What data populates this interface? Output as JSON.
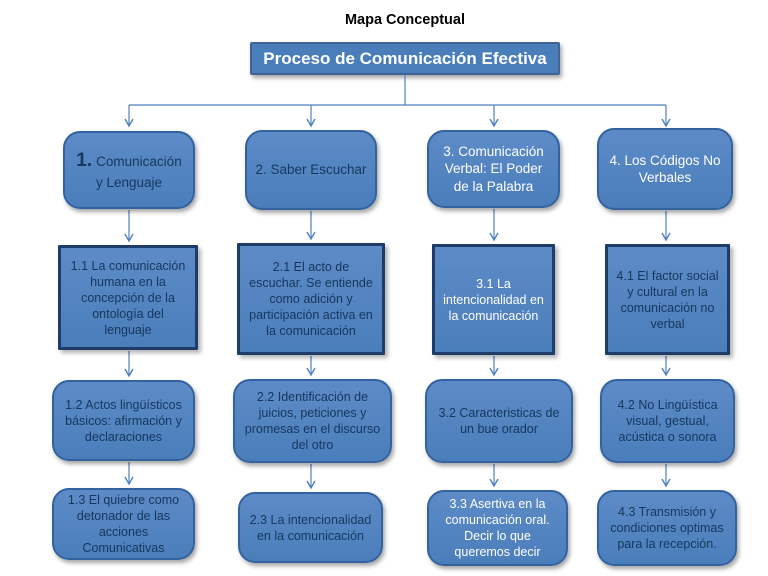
{
  "title": "Mapa Conceptual",
  "root": {
    "label": "Proceso de Comunicación Efectiva"
  },
  "colors": {
    "box_fill": "#4a7ebb",
    "box_fill_light": "#5d8bc7",
    "border_rounded": "#33639f",
    "border_rect": "#1f3c68",
    "border_main": "#3d6494",
    "text_dark": "#17375e",
    "text_light": "#ffffff",
    "connector": "#4f81bd",
    "title_color": "#000000"
  },
  "columns": [
    {
      "header": {
        "number": "1.",
        "label": "Comunicación y Lenguaje"
      },
      "children": [
        {
          "label": "1.1 La comunicación humana en la concepción de la ontología del lenguaje"
        },
        {
          "label": "1.2 Actos lingüísticos básicos: afirmación y declaraciones"
        },
        {
          "label": "1.3 El quiebre como detonador de las acciones Comunicativas"
        }
      ]
    },
    {
      "header": {
        "label": "2. Saber Escuchar"
      },
      "children": [
        {
          "label": "2.1 El acto de escuchar. Se entiende como adición y participación activa en la comunicación"
        },
        {
          "label": "2.2 Identificación de juicios, peticiones y promesas en el discurso del otro"
        },
        {
          "label": "2.3 La intencionalidad en la comunicación"
        }
      ]
    },
    {
      "header": {
        "label": "3. Comunicación Verbal: El Poder de la Palabra"
      },
      "children": [
        {
          "label": "3.1 La intencionalidad en la comunicación"
        },
        {
          "label": "3.2 Caracteristicas de un bue orador"
        },
        {
          "label": "3.3 Asertiva en la comunicación oral. Decir lo que queremos decir"
        }
      ]
    },
    {
      "header": {
        "label": "4. Los Códigos No Verbales"
      },
      "children": [
        {
          "label": "4.1 El factor social y cultural en la comunicación no verbal"
        },
        {
          "label": "4.2 No Lingüística visual, gestual, acústica o sonora"
        },
        {
          "label": "4.3 Transmisión y condiciones optimas para la recepción."
        }
      ]
    }
  ]
}
